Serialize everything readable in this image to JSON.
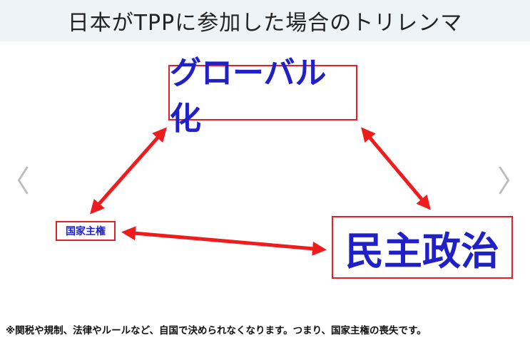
{
  "header": {
    "title": "日本がTPPに参加した場合のトリレンマ"
  },
  "diagram": {
    "nodes": {
      "globalization": "グローバル化",
      "democracy": "民主政治",
      "sovereignty": "国家主権"
    },
    "arrow_color": "#ee1c1c",
    "box_border_color": "#e0202a",
    "label_color": "#2020c8"
  },
  "nav": {
    "prev_glyph": "〈",
    "next_glyph": "〉"
  },
  "footnote": "※関税や規制、法律やルールなど、自国で決められなくなります。つまり、国家主権の喪失です。"
}
